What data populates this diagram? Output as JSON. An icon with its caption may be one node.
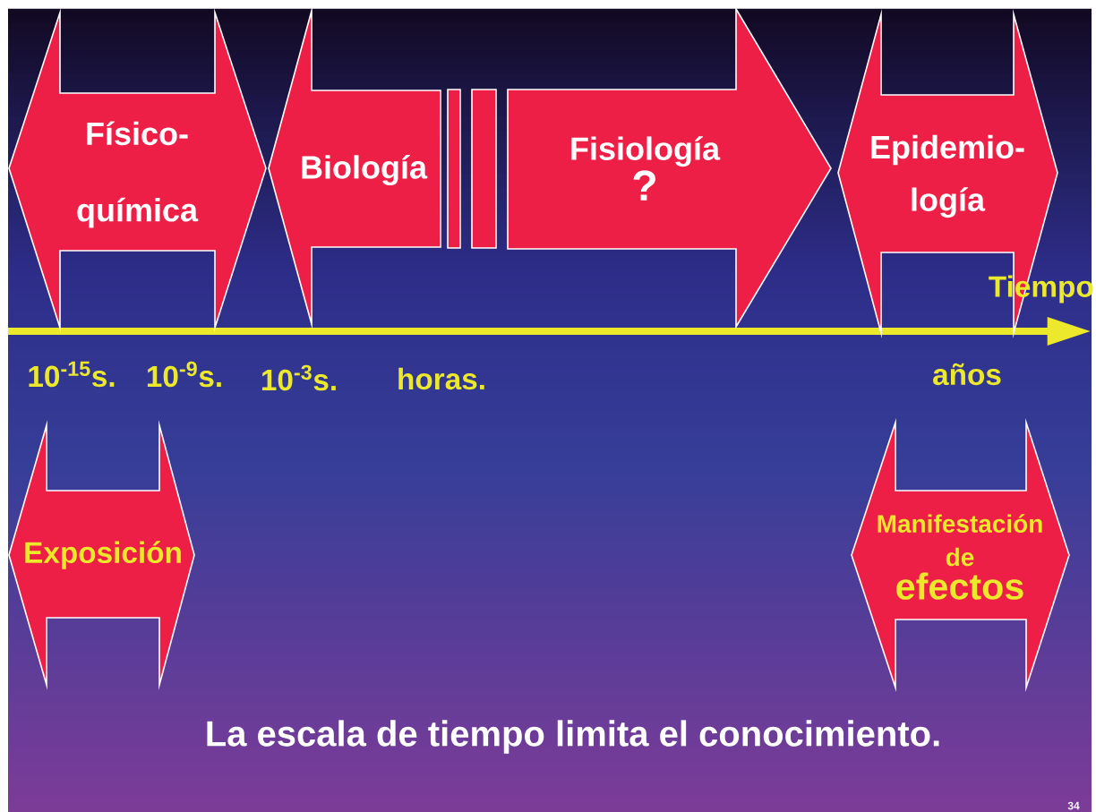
{
  "diagram": {
    "caption": "La escala de tiempo limita el conocimiento.",
    "nodes": [
      {
        "text": [
          "Físico- química"
        ]
      },
      {
        "text": [
          "Biología"
        ]
      },
      {
        "text": [
          "Fisiología",
          "?"
        ]
      },
      {
        "text": [
          "Epidemio- logía"
        ]
      },
      {
        "text": [
          "Exposición"
        ]
      },
      {
        "text": [
          "Manifestación de",
          "efectos"
        ]
      }
    ],
    "labels": [
      "Tiempo",
      "10$^{-15}$s.",
      "10$^{-9}$s.",
      "10$^{-3}$s.",
      "horas.",
      "años",
      "34"
    ]
  }
}
